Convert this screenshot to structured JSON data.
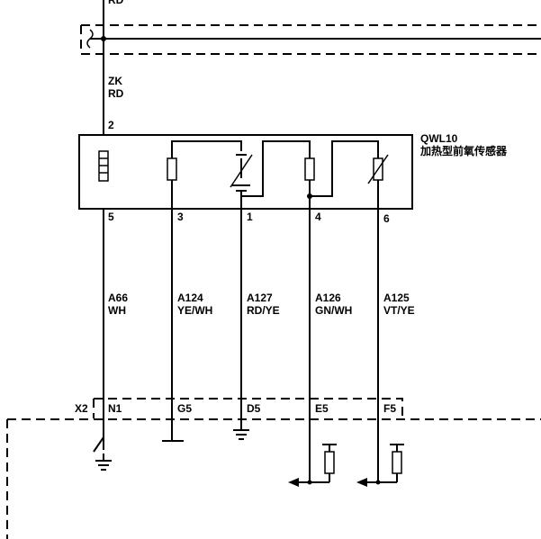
{
  "top_wire": {
    "color": "RD"
  },
  "feed_wire": {
    "circuit": "ZK",
    "color": "RD"
  },
  "component": {
    "id": "QWL10",
    "name": "加热型前氧传感器",
    "top_pin": "2"
  },
  "pins": [
    {
      "pin": "5",
      "circuit": "A66",
      "color": "WH",
      "connector_pin": "N1"
    },
    {
      "pin": "3",
      "circuit": "A124",
      "color": "YE/WH",
      "connector_pin": "G5"
    },
    {
      "pin": "1",
      "circuit": "A127",
      "color": "RD/YE",
      "connector_pin": "D5"
    },
    {
      "pin": "4",
      "circuit": "A126",
      "color": "GN/WH",
      "connector_pin": "E5"
    },
    {
      "pin": "6",
      "circuit": "A125",
      "color": "VT/YE",
      "connector_pin": "F5"
    }
  ],
  "connector": {
    "id": "X2"
  },
  "icons": [
    "heater-element-icon",
    "resistor-icon",
    "sensor-cell-icon",
    "ground-icon",
    "arrow-left-icon",
    "switch-icon"
  ]
}
